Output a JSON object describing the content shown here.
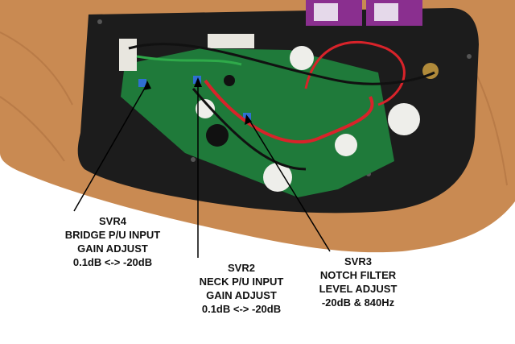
{
  "photo": {
    "description_icon": "bass-guitar-preamp-circuit-photo",
    "colors": {
      "wood": "#c98a52",
      "wood_dark": "#9a5e2f",
      "cavity": "#1c1c1c",
      "pcb": "#1f7a3a",
      "battery": "#8a2f8f",
      "wire_red": "#d8232a",
      "wire_black": "#111111",
      "pot_white": "#eeeeea"
    }
  },
  "callouts": [
    {
      "id": "svr4",
      "lines": [
        "SVR4",
        "BRIDGE P/U INPUT",
        "GAIN ADJUST",
        "0.1dB <-> -20dB"
      ]
    },
    {
      "id": "svr2",
      "lines": [
        "SVR2",
        "NECK P/U INPUT",
        "GAIN ADJUST",
        "0.1dB <-> -20dB"
      ]
    },
    {
      "id": "svr3",
      "lines": [
        "SVR3",
        "NOTCH FILTER",
        "LEVEL ADJUST",
        "-20dB & 840Hz"
      ]
    }
  ]
}
